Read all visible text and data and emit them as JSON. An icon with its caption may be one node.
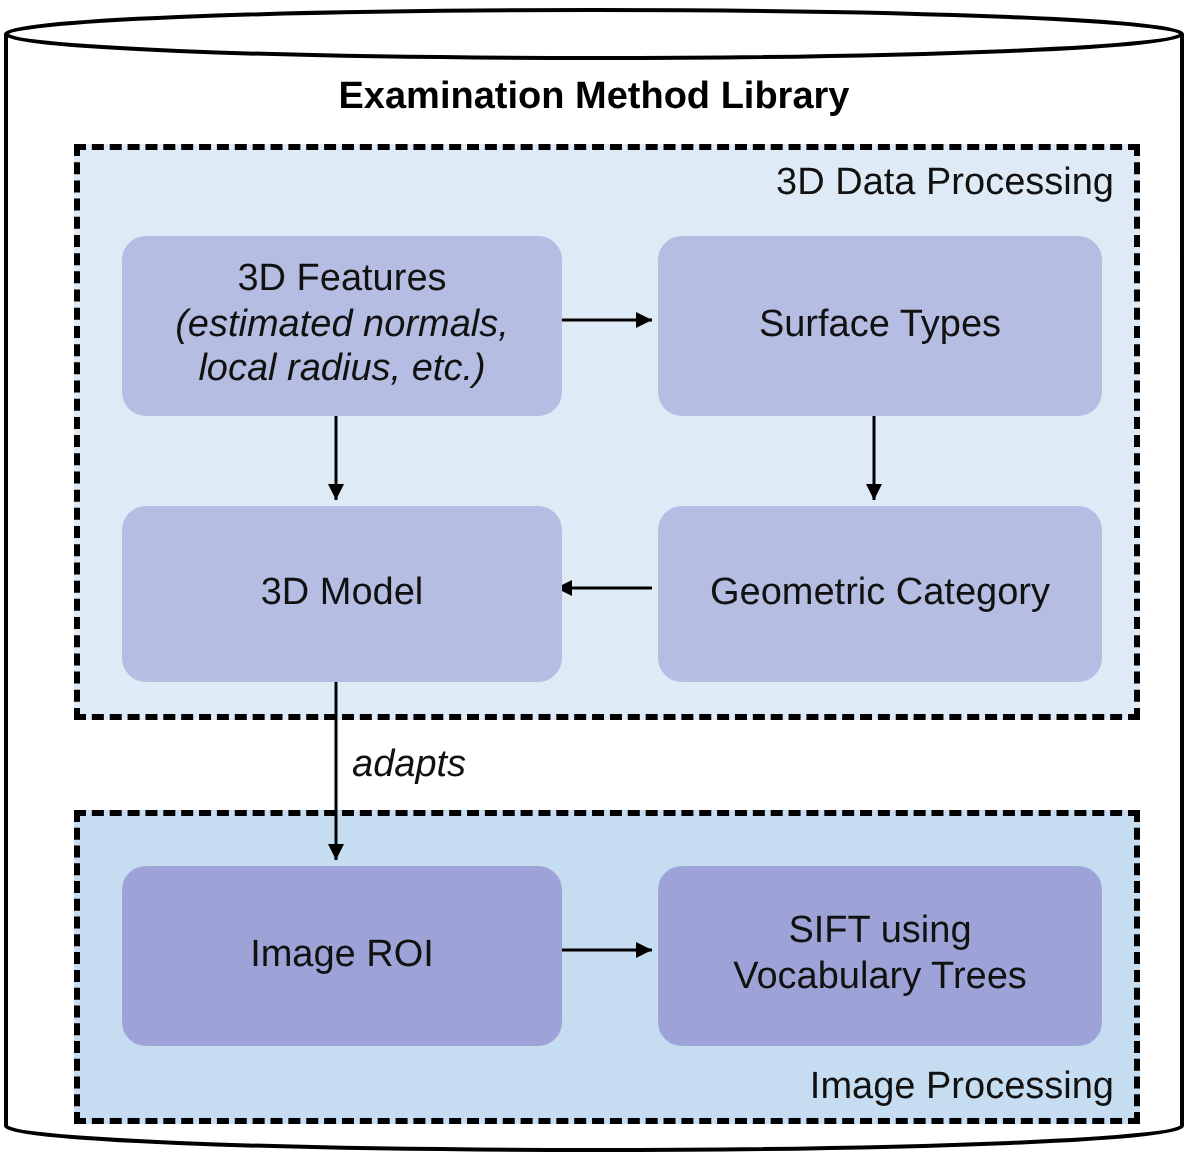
{
  "diagram": {
    "nodes": [
      {
        "text": [
          "Examination Method Library"
        ]
      },
      {
        "text": [
          "3D Data Processing"
        ],
        "in": 0
      },
      {
        "text": [
          "3D Features",
          "(estimated normals, local radius, etc.)"
        ],
        "in": 1
      },
      {
        "text": [
          "Surface Types"
        ],
        "in": 1
      },
      {
        "text": [
          "3D Model"
        ],
        "in": 1
      },
      {
        "text": [
          "Geometric Category"
        ],
        "in": 1
      },
      {
        "text": [
          "Image Processing"
        ],
        "in": 0
      },
      {
        "text": [
          "Image ROI"
        ],
        "in": 6
      },
      {
        "text": [
          "SIFT using Vocabulary Trees"
        ],
        "in": 6
      }
    ],
    "edges": [
      {
        "from": 2,
        "to": 3,
        "arrow": "to"
      },
      {
        "from": 3,
        "to": 5,
        "arrow": "to"
      },
      {
        "from": 2,
        "to": 4,
        "arrow": "to"
      },
      {
        "from": 5,
        "to": 4,
        "arrow": "to"
      },
      {
        "from": 4,
        "to": 7,
        "arrow": "to",
        "label": "adapts"
      },
      {
        "from": 7,
        "to": 8,
        "arrow": "to"
      }
    ]
  }
}
